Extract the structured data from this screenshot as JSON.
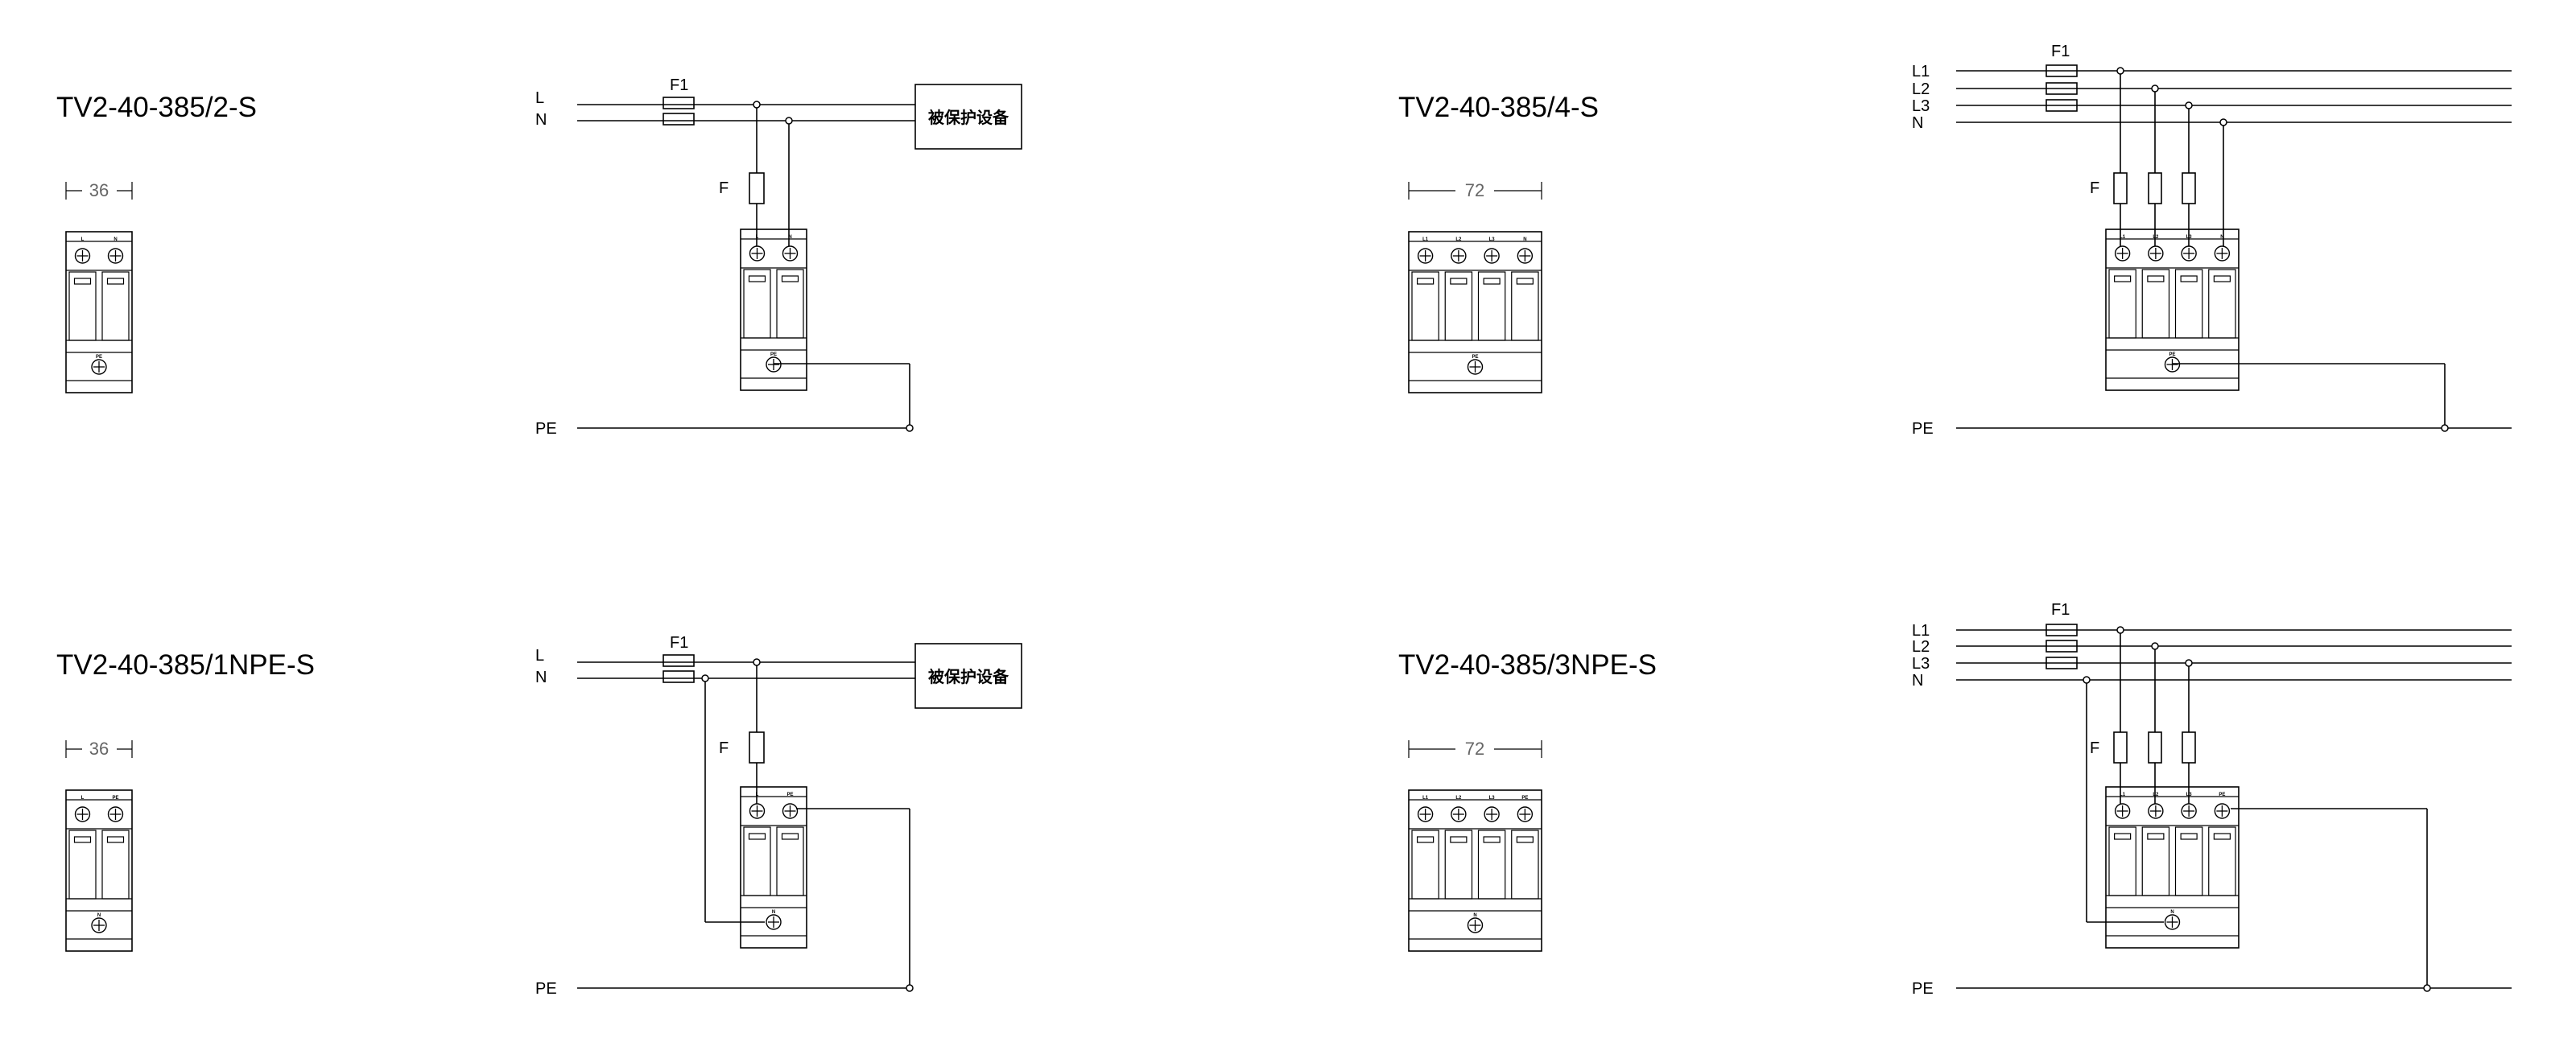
{
  "panels": [
    {
      "id": "p1",
      "title": "TV2-40-385/2-S",
      "width_label": "36",
      "poles": [
        "L",
        "N"
      ],
      "ground": "PE",
      "phase": "1ph",
      "lines": [
        "L",
        "N"
      ],
      "fuse_top": "F1",
      "fuse_branch": "F",
      "pe": "PE",
      "equipment": "被保护设备"
    },
    {
      "id": "p2",
      "title": "TV2-40-385/4-S",
      "width_label": "72",
      "poles": [
        "L1",
        "L2",
        "L3",
        "N"
      ],
      "ground": "PE",
      "phase": "3ph",
      "lines": [
        "L1",
        "L2",
        "L3",
        "N"
      ],
      "fuse_top": "F1",
      "fuse_branch": "F",
      "pe": "PE"
    },
    {
      "id": "p3",
      "title": "TV2-40-385/1NPE-S",
      "width_label": "36",
      "poles": [
        "L",
        "PE"
      ],
      "ground": "N",
      "phase": "1ph",
      "lines": [
        "L",
        "N"
      ],
      "fuse_top": "F1",
      "fuse_branch": "F",
      "pe": "PE",
      "equipment": "被保护设备"
    },
    {
      "id": "p4",
      "title": "TV2-40-385/3NPE-S",
      "width_label": "72",
      "poles": [
        "L1",
        "L2",
        "L3",
        "PE"
      ],
      "ground": "N",
      "phase": "3ph",
      "lines": [
        "L1",
        "L2",
        "L3",
        "N"
      ],
      "fuse_top": "F1",
      "fuse_branch": "F",
      "pe": "PE"
    }
  ]
}
